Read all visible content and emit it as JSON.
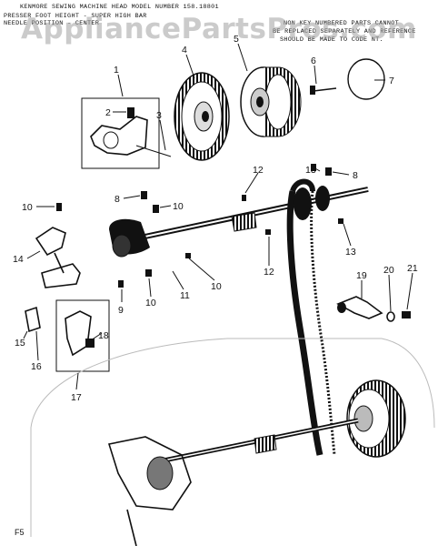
{
  "header": {
    "title": "KENMORE SEWING MACHINE HEAD  MODEL NUMBER 158.18801",
    "left_line1": "PRESSER FOOT HEIGHT - SUPER HIGH BAR",
    "left_line2": "NEEDLE POSITION - CENTER",
    "right_line1": "NON KEY NUMBERED PARTS CANNOT",
    "right_line2": "BE REPLACED SEPARATELY AND REFERENCE",
    "right_line3": "SHOULD BE MADE TO CODE NT."
  },
  "watermark": "AppliancePartsPros.com",
  "page_code": "F5",
  "callouts": [
    "1",
    "2",
    "3",
    "4",
    "5",
    "6",
    "7",
    "8",
    "9",
    "10",
    "11",
    "12",
    "13",
    "14",
    "15",
    "16",
    "17",
    "18",
    "19",
    "20",
    "21"
  ],
  "colors": {
    "ink": "#111111",
    "watermark": "#a0a0a0",
    "paper": "#ffffff"
  }
}
